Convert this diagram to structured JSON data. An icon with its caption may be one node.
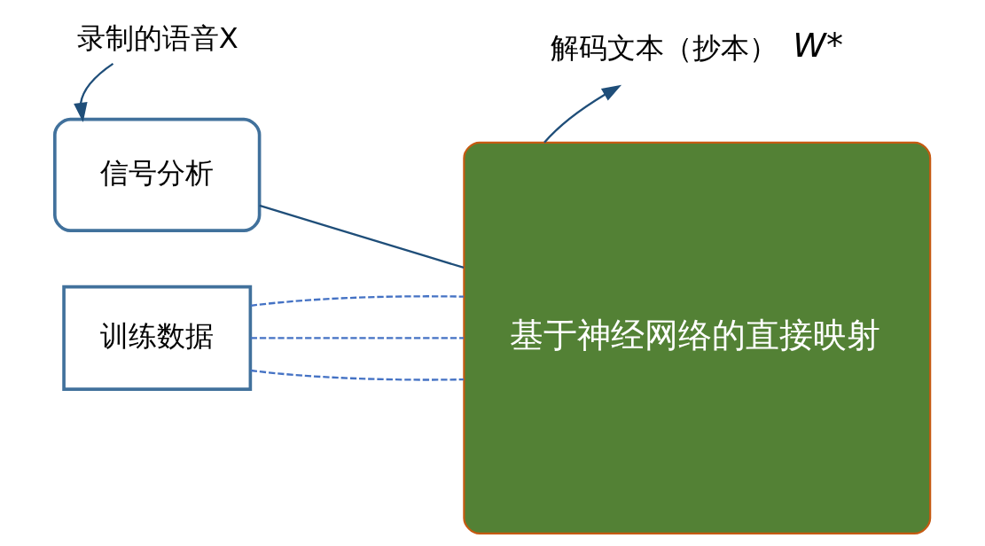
{
  "diagram": {
    "nodes": [
      {
        "text": [
          "录制的语音X"
        ]
      },
      {
        "text": [
          "信号分析"
        ]
      },
      {
        "text": [
          "训练数据"
        ]
      },
      {
        "text": [
          "基于神经网络的直接映射"
        ]
      },
      {
        "text": [
          "解码文本（抄本）"
        ],
        "beside": [
          "W*"
        ]
      }
    ],
    "edges": [
      {
        "from": 0,
        "to": 1,
        "arrow": "to",
        "color": "#1f4e79"
      },
      {
        "from": 1,
        "to": 3,
        "arrow": "none",
        "color": "#1f4e79"
      },
      {
        "from": 2,
        "to": 3,
        "arrow": "none",
        "style": "dashed"
      },
      {
        "from": 2,
        "to": 3,
        "arrow": "none",
        "style": "dashed"
      },
      {
        "from": 2,
        "to": 3,
        "arrow": "none",
        "style": "dashed"
      },
      {
        "from": 3,
        "to": 4,
        "arrow": "to",
        "color": "#1f4e79"
      }
    ]
  }
}
